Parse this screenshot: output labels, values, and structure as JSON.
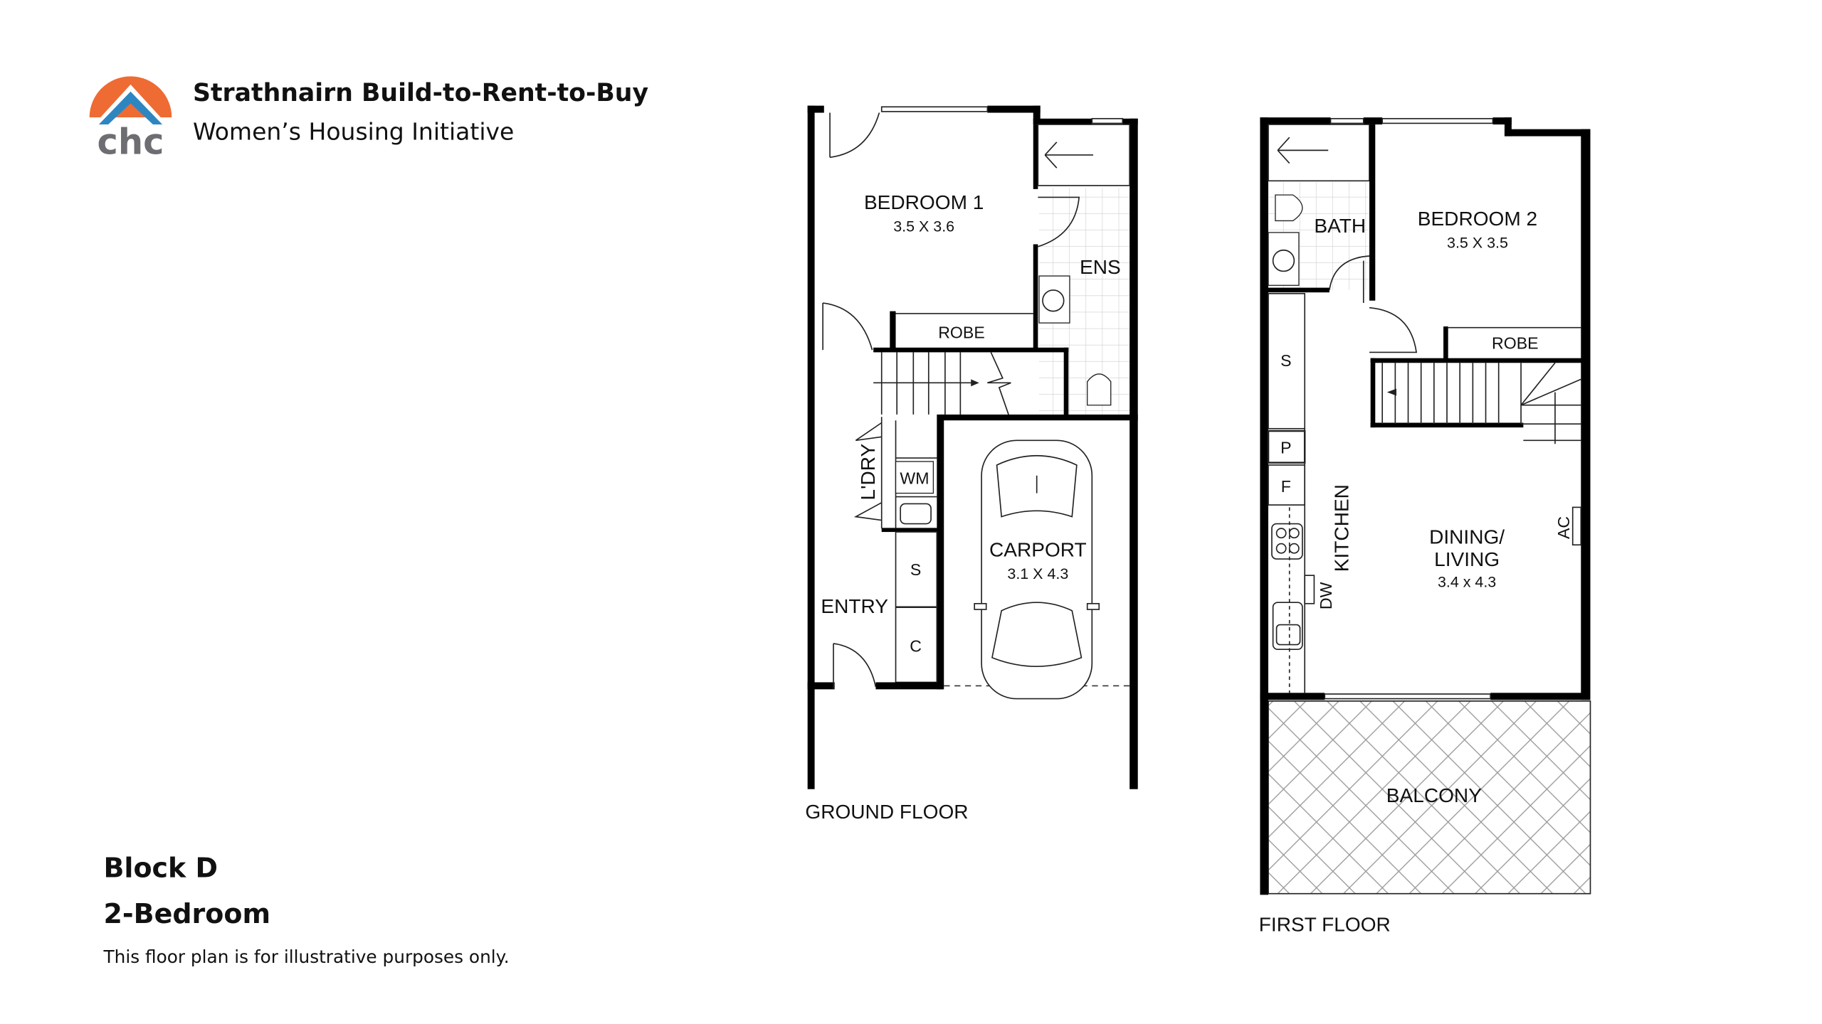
{
  "header": {
    "title": "Strathnairn Build-to-Rent-to-Buy",
    "subtitle": "Women’s Housing Initiative",
    "logo": {
      "text": "chc",
      "colors": {
        "sun": "#EE6B33",
        "roof": "#2E86C1",
        "text": "#6D6E71"
      }
    }
  },
  "info": {
    "block": "Block D",
    "type": "2-Bedroom",
    "disclaimer": "This floor plan is for illustrative purposes only."
  },
  "ground_floor": {
    "label": "GROUND FLOOR",
    "rooms": {
      "bedroom1": {
        "name": "BEDROOM 1",
        "size": "3.5 X 3.6"
      },
      "ensuite": {
        "name": "ENS"
      },
      "robe": {
        "name": "ROBE"
      },
      "laundry": {
        "name": "L'DRY"
      },
      "washing_machine": {
        "name": "WM"
      },
      "storage": {
        "name": "S"
      },
      "cupboard": {
        "name": "C"
      },
      "entry": {
        "name": "ENTRY"
      },
      "carport": {
        "name": "CARPORT",
        "size": "3.1 X 4.3"
      }
    }
  },
  "first_floor": {
    "label": "FIRST FLOOR",
    "rooms": {
      "bath": {
        "name": "BATH"
      },
      "bedroom2": {
        "name": "BEDROOM 2",
        "size": "3.5 X 3.5"
      },
      "robe": {
        "name": "ROBE"
      },
      "storage": {
        "name": "S"
      },
      "pantry": {
        "name": "P"
      },
      "fridge": {
        "name": "F"
      },
      "kitchen": {
        "name": "KITCHEN"
      },
      "dishwasher": {
        "name": "DW"
      },
      "dining_living": {
        "name_line1": "DINING/",
        "name_line2": "LIVING",
        "size": "3.4 x 4.3"
      },
      "ac": {
        "name": "AC"
      },
      "balcony": {
        "name": "BALCONY"
      }
    }
  }
}
